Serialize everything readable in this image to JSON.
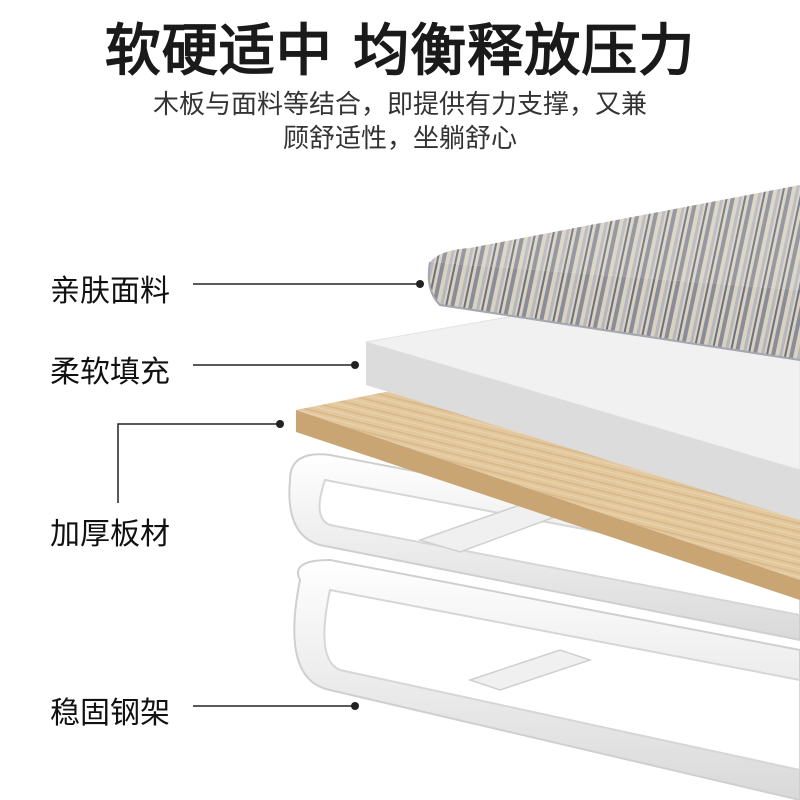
{
  "headline": "软硬适中 均衡释放压力",
  "description_line1": "木板与面料等结合，即提供有力支撑，又兼",
  "description_line2": "顾舒适性，坐躺舒心",
  "layers": [
    {
      "label": "亲肤面料"
    },
    {
      "label": "柔软填充"
    },
    {
      "label": "加厚板材"
    },
    {
      "label": "稳固钢架"
    }
  ],
  "colors": {
    "fabric_grey": "#8a8c99",
    "fabric_beige": "#d9d2bf",
    "foam": "#ededed",
    "wood": "#e3c79d",
    "frame": "#f7f7f7"
  }
}
